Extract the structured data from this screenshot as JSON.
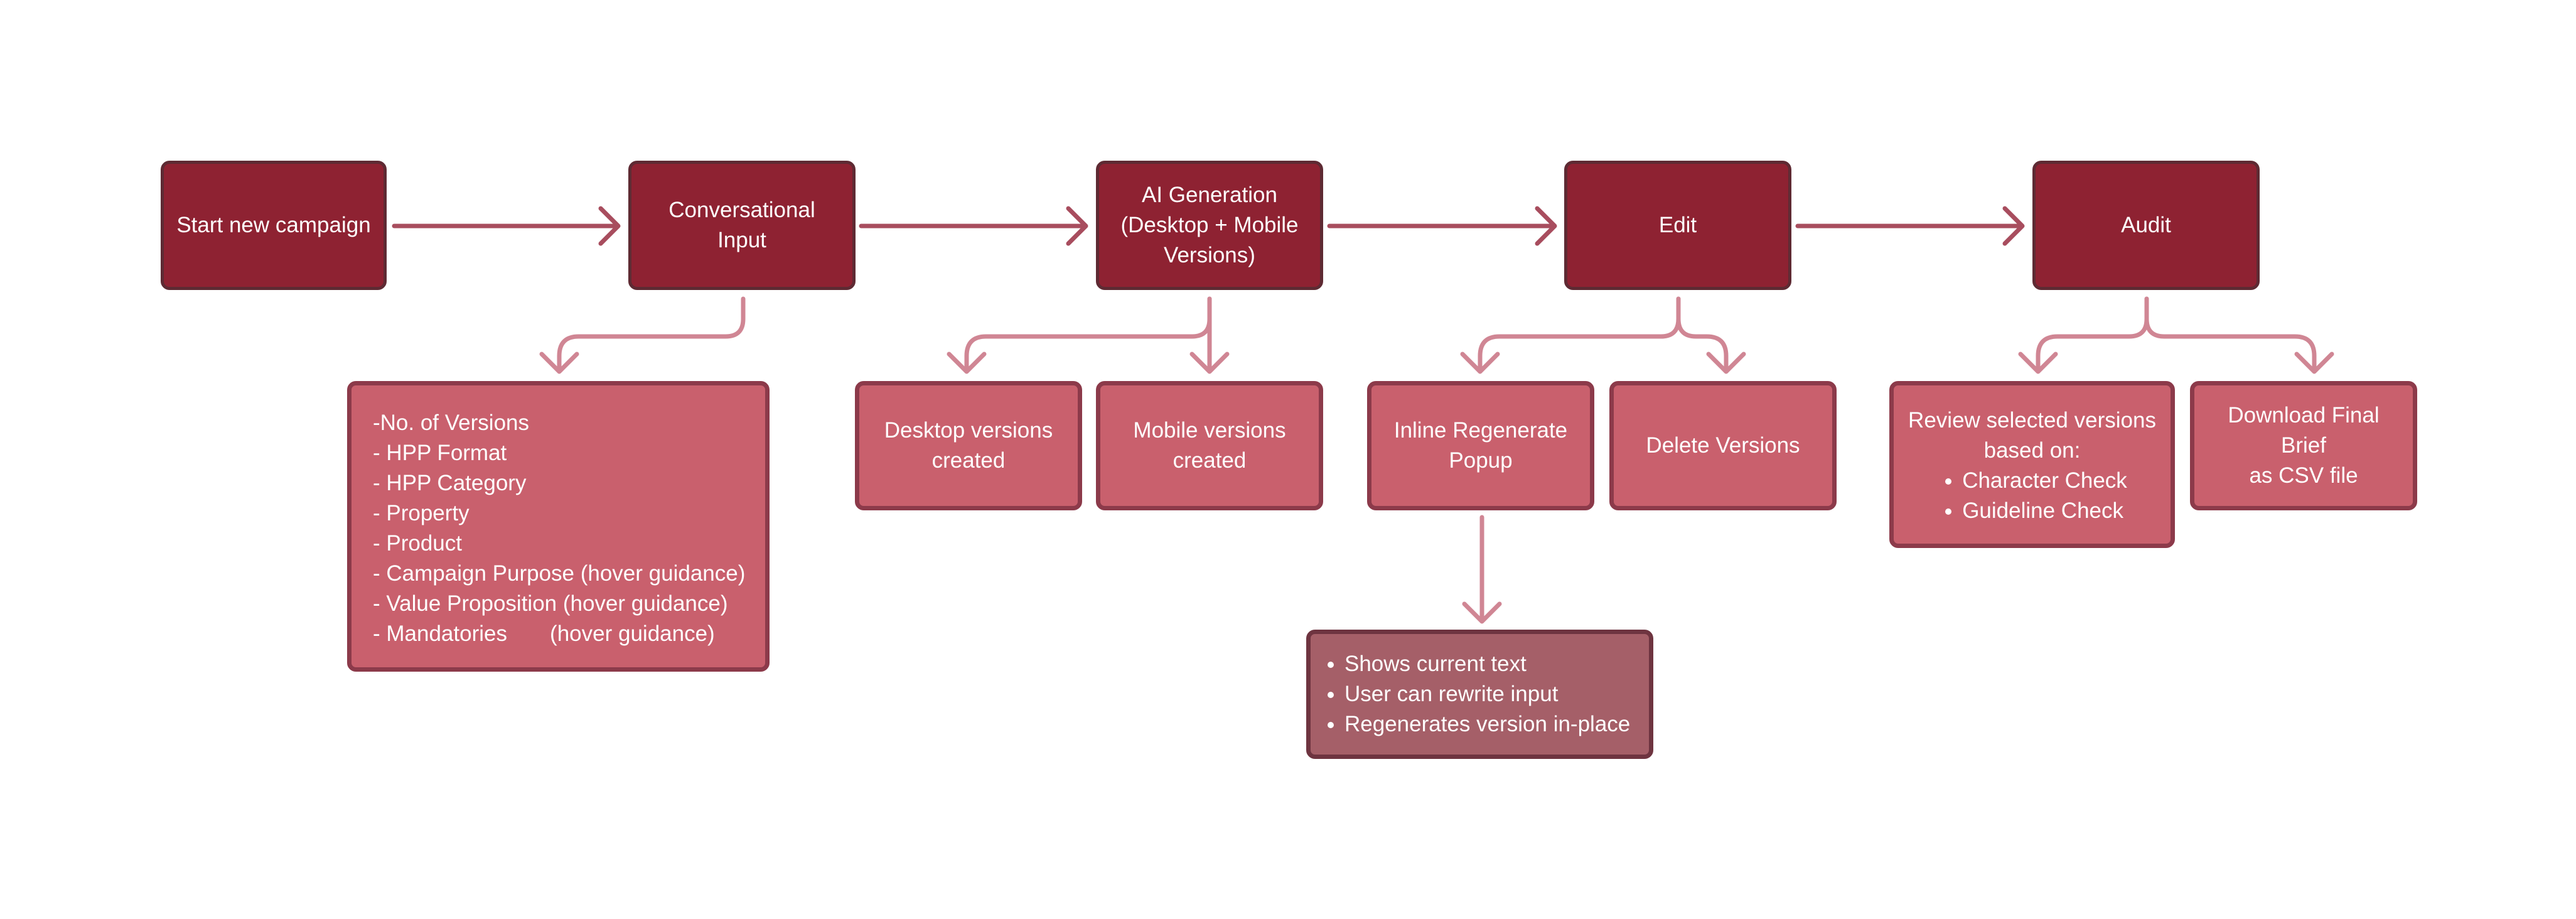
{
  "colors": {
    "primary_fill": "#8e2232",
    "secondary_fill": "#c9606d",
    "tertiary_fill": "#a55f68",
    "main_arrow": "#a84d5e",
    "branch_arrow": "#d08694"
  },
  "nodes": {
    "start": "Start new campaign",
    "conversational": "Conversational Input",
    "ai_generation": "AI Generation\n(Desktop + Mobile\nVersions)",
    "edit": "Edit",
    "audit": "Audit",
    "desktop_versions": "Desktop versions\ncreated",
    "mobile_versions": "Mobile versions\ncreated",
    "inline_regenerate": "Inline Regenerate\nPopup",
    "delete_versions": "Delete Versions",
    "download_brief": "Download Final Brief\nas CSV file"
  },
  "input_fields": [
    "-No. of Versions",
    "- HPP Format",
    "- HPP Category",
    "- Property",
    "- Product",
    "- Campaign Purpose (hover guidance)",
    "- Value Proposition (hover guidance)",
    "- Mandatories       (hover guidance)"
  ],
  "regenerate_details": [
    "Shows current text",
    "User can rewrite input",
    "Regenerates version in-place"
  ],
  "review": {
    "heading": "Review selected versions\nbased on:",
    "checks": [
      "Character Check",
      "Guideline Check"
    ]
  }
}
